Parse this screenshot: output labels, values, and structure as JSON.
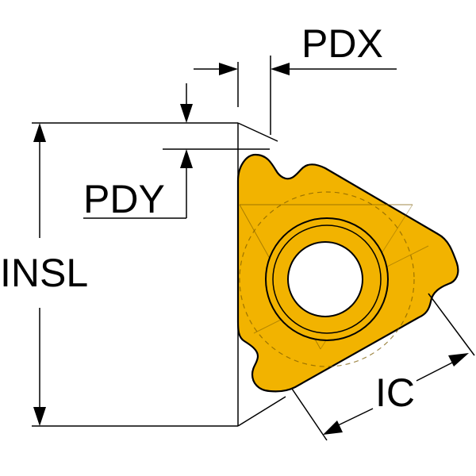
{
  "labels": {
    "pdx": "PDX",
    "pdy": "PDY",
    "insl": "INSL",
    "ic": "IC"
  },
  "colors": {
    "insert_fill": "#F2B300",
    "insert_stroke": "#000000",
    "hole_fill": "#ffffff",
    "line": "#000000",
    "background": "#ffffff"
  }
}
